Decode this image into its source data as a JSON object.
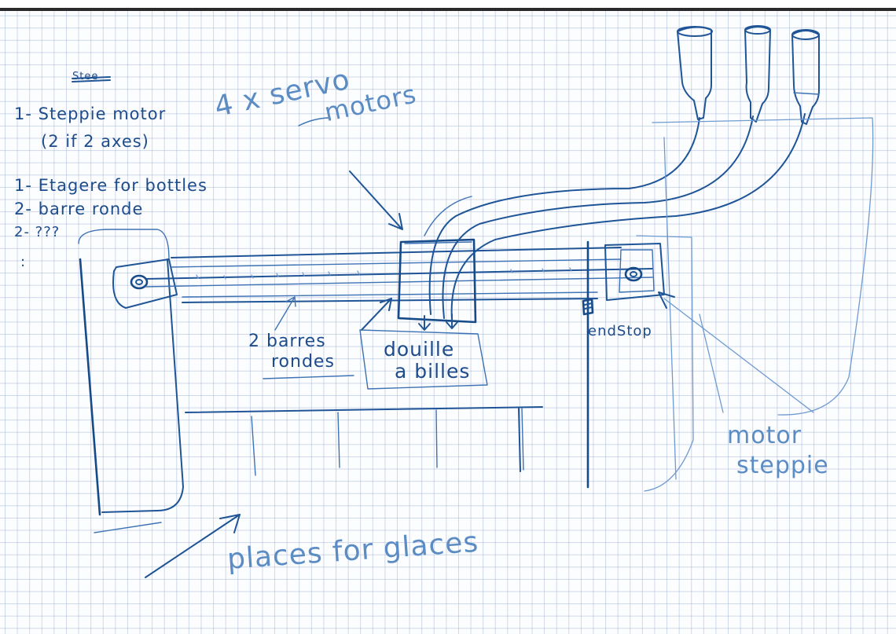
{
  "parts_list": {
    "crossed_word": "Stee",
    "item1_line1": "1- Steppie motor",
    "item1_line2": "(2 if 2 axes)",
    "item2": "1- Etagere for bottles",
    "item3": "2- barre ronde",
    "item4": "2- ???",
    "ellipsis": ":"
  },
  "labels": {
    "servo": "4 x servo motors",
    "servo_line1": "4 x servo",
    "servo_line2": "motors",
    "barres_line1": "2 barres",
    "barres_line2": "rondes",
    "douille_line1": "douille",
    "douille_line2": "a billes",
    "endstop": "endStop",
    "motor_line1": "motor",
    "motor_line2": "steppie",
    "places": "places for glaces"
  },
  "colors": {
    "ink": "#1f5597",
    "ink_light": "#6f9bd0",
    "grid": "#96aacd",
    "paper": "#fcfdff"
  }
}
